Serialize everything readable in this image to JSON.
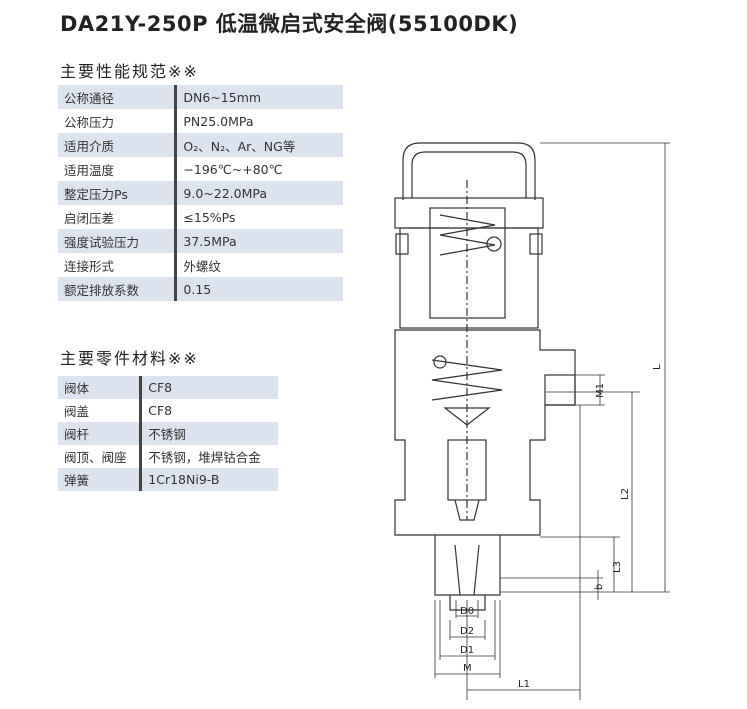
{
  "title": "DA21Y-250P 低温微启式安全阀(55100DK)",
  "specs": {
    "heading": "主要性能规范※※",
    "rows": [
      {
        "k": "公称通径",
        "v": "DN6~15mm"
      },
      {
        "k": "公称压力",
        "v": "PN25.0MPa"
      },
      {
        "k": "适用介质",
        "v": "O₂、N₂、Ar、NG等"
      },
      {
        "k": "适用温度",
        "v": "−196℃~+80℃"
      },
      {
        "k": "整定压力Ps",
        "v": "9.0~22.0MPa"
      },
      {
        "k": "启闭压差",
        "v": "≤15%Ps"
      },
      {
        "k": "强度试验压力",
        "v": "37.5MPa"
      },
      {
        "k": "连接形式",
        "v": "外螺纹"
      },
      {
        "k": "额定排放系数",
        "v": "0.15"
      }
    ]
  },
  "materials": {
    "heading": "主要零件材料※※",
    "rows": [
      {
        "k": "阀体",
        "v": "CF8"
      },
      {
        "k": "阀盖",
        "v": "CF8"
      },
      {
        "k": "阀杆",
        "v": "不锈钢"
      },
      {
        "k": "阀顶、阀座",
        "v": "不锈钢，堆焊钴合金"
      },
      {
        "k": "弹簧",
        "v": "1Cr18Ni9-B"
      }
    ]
  },
  "drawing": {
    "labels": {
      "L": "L",
      "M1": "M1",
      "L2": "L2",
      "L3": "L3",
      "b": "b",
      "D0": "D0",
      "D2": "D2",
      "D1": "D1",
      "M": "M",
      "L1": "L1"
    }
  }
}
